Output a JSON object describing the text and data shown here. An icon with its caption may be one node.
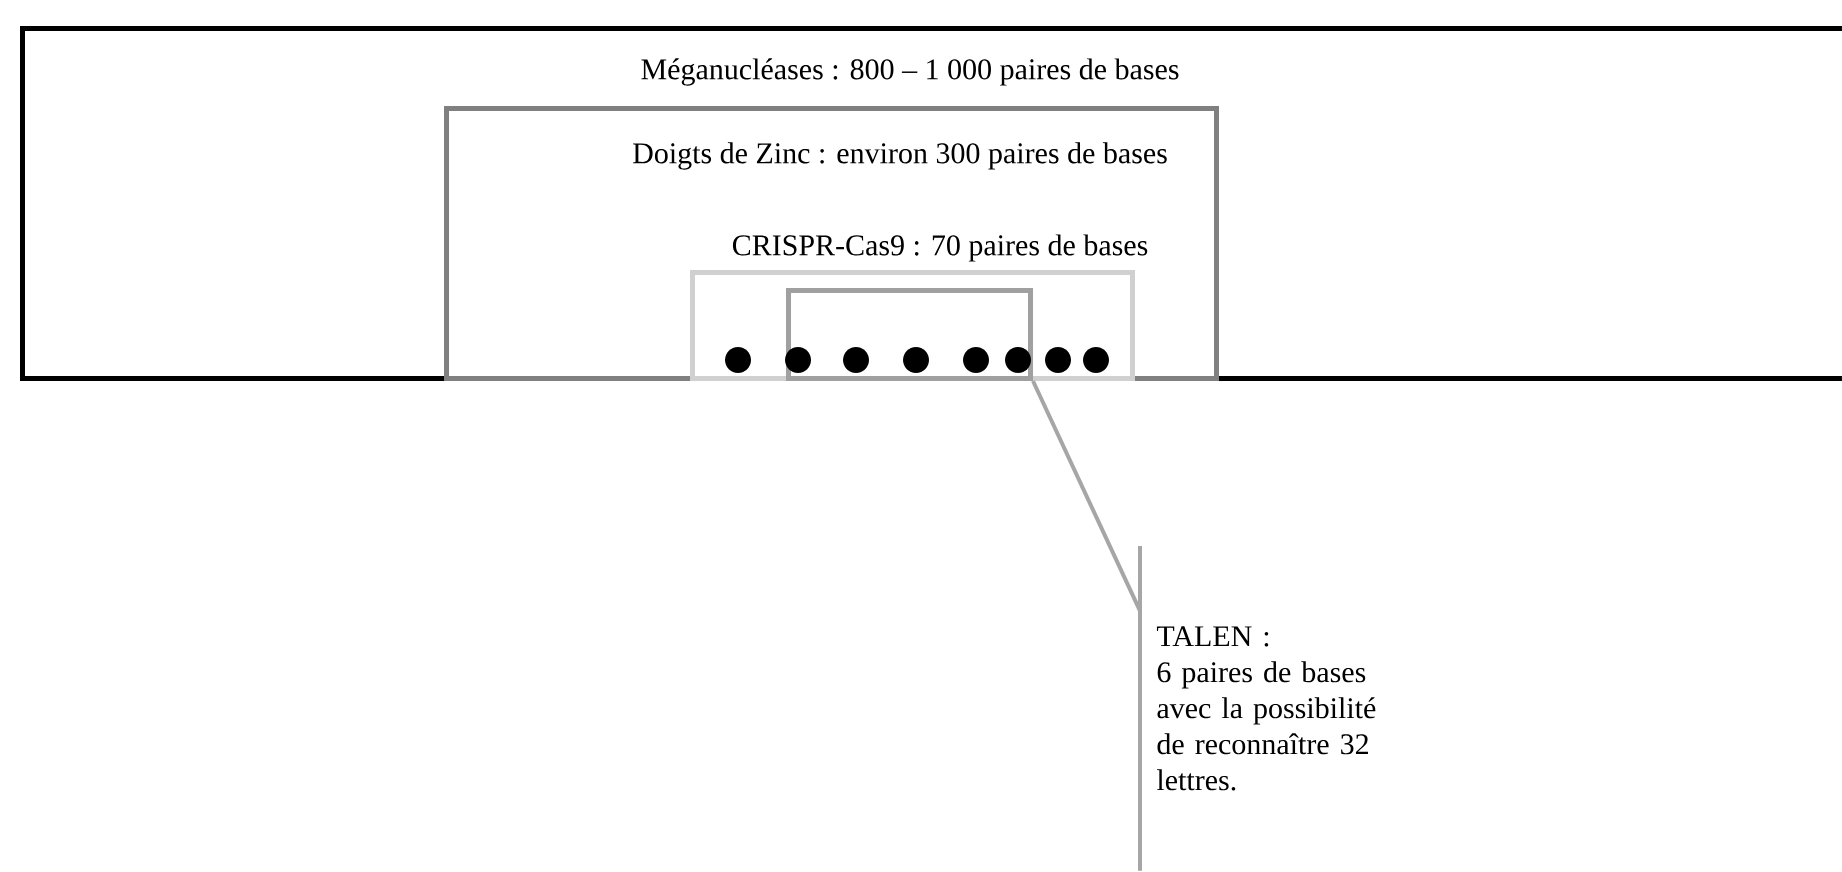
{
  "diagram": {
    "nodes": [
      {
        "text": [
          "Méganucléases : 800 – 1 000 paires de bases"
        ]
      },
      {
        "text": [
          "Doigts de Zinc : environ 300 paires de bases"
        ],
        "in": 0
      },
      {
        "text": [
          "CRISPR-Cas9 : 70 paires de bases"
        ],
        "in": 1
      },
      {
        "text": [],
        "shape": "box",
        "in": 2
      },
      {
        "text": [
          "TALEN :",
          "6 paires de bases avec la possibilité de reconnaître 32 lettres."
        ]
      }
    ],
    "edges": [
      {
        "from": 4,
        "to": 3,
        "arrow": "none"
      }
    ]
  }
}
